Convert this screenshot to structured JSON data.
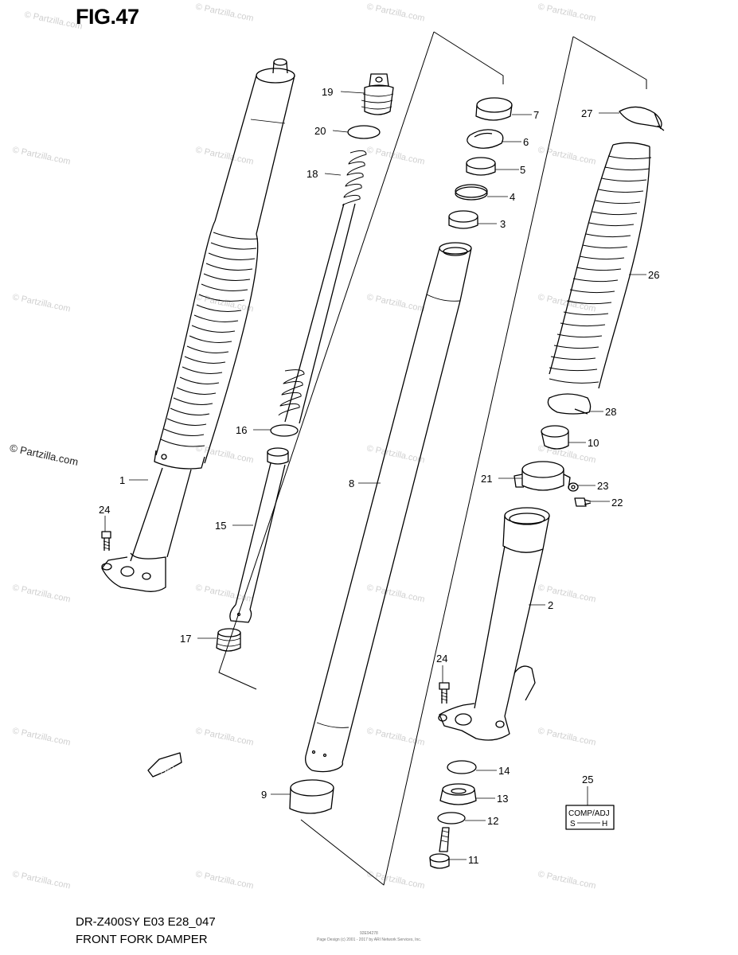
{
  "figure": {
    "title": "FIG.47",
    "model_code": "DR-Z400SY E03 E28_047",
    "caption": "FRONT FORK DAMPER",
    "copyright": "© Partzilla.com",
    "watermark": "© Partzilla.com",
    "fwd_label": "FWD",
    "footer_small_1": "92E94278",
    "footer_small_2": "Page Design (c) 2001 - 2017 by ARI Network Services, Inc."
  },
  "callouts": {
    "c1": "1",
    "c2": "2",
    "c3": "3",
    "c4": "4",
    "c5": "5",
    "c6": "6",
    "c7": "7",
    "c8": "8",
    "c9": "9",
    "c10": "10",
    "c11": "11",
    "c12": "12",
    "c13": "13",
    "c14": "14",
    "c15": "15",
    "c16": "16",
    "c17": "17",
    "c18": "18",
    "c19": "19",
    "c20": "20",
    "c21": "21",
    "c22": "22",
    "c23": "23",
    "c24a": "24",
    "c24b": "24",
    "c25": "25",
    "c26": "26",
    "c27": "27",
    "c28": "28"
  },
  "adjuster_box": {
    "top": "COMP/ADJ",
    "left": "S",
    "right": "H"
  }
}
